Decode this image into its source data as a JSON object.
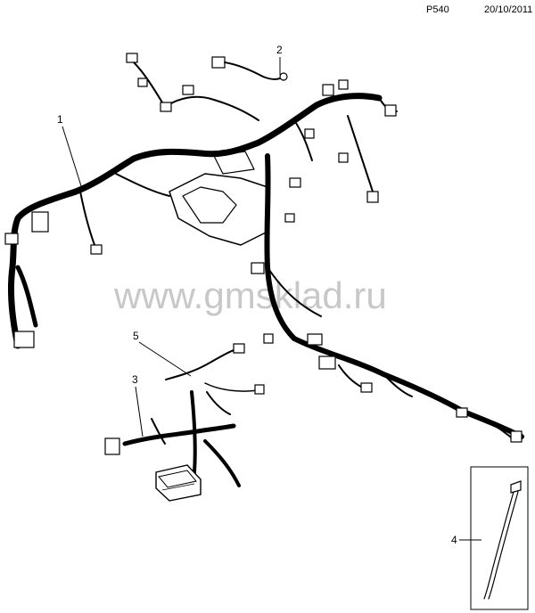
{
  "header": {
    "code": "P540",
    "date": "20/10/2011"
  },
  "watermark": "www.gmsklad.ru",
  "callouts": [
    {
      "id": "1",
      "label": "1"
    },
    {
      "id": "2",
      "label": "2"
    },
    {
      "id": "3",
      "label": "3"
    },
    {
      "id": "4",
      "label": "4"
    },
    {
      "id": "5",
      "label": "5"
    }
  ]
}
